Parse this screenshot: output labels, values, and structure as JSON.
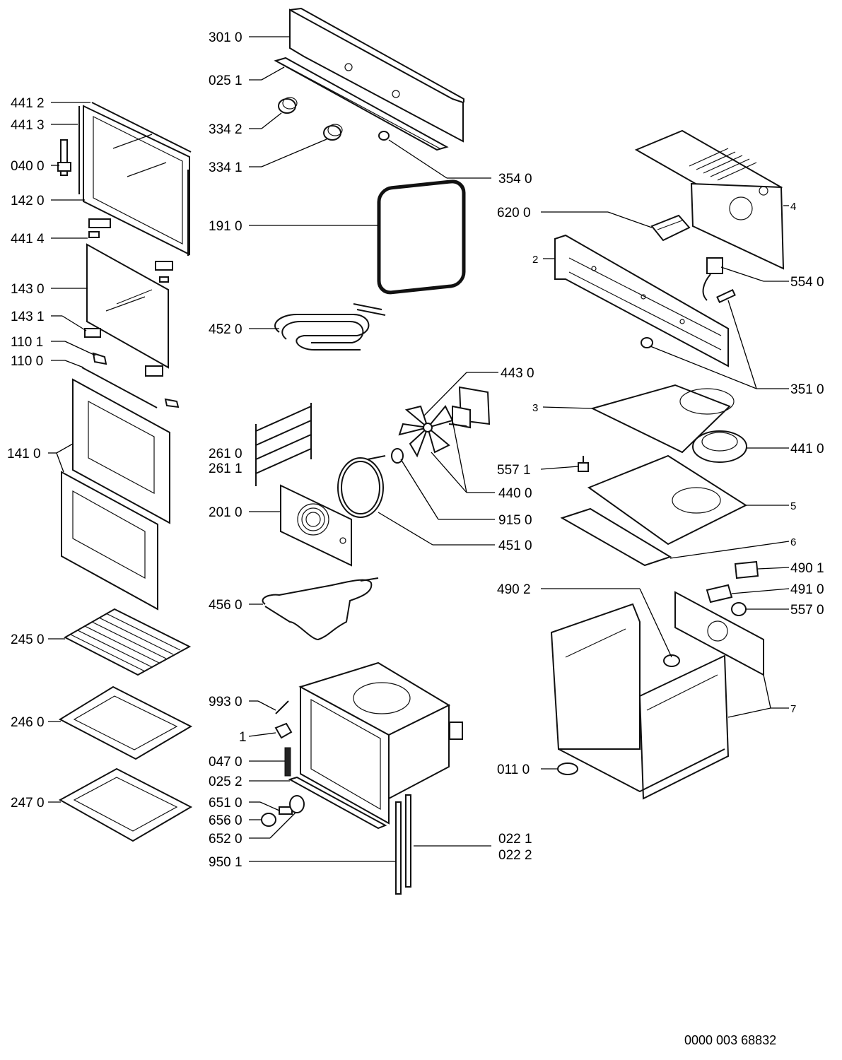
{
  "labels": {
    "l3010": "301 0",
    "l0251": "025 1",
    "l3342": "334 2",
    "l3341": "334 1",
    "l3540": "354 0",
    "l4412": "441 2",
    "l4413": "441 3",
    "l0400": "040 0",
    "l1420": "142 0",
    "l1910": "191 0",
    "l4414": "441 4",
    "l1430": "143 0",
    "l1431": "143 1",
    "l1101": "110 1",
    "l1100": "110 0",
    "l4520": "452 0",
    "l4430": "443 0",
    "l1410": "141 0",
    "l2610": "261 0",
    "l2611": "261 1",
    "l2010": "201 0",
    "l4400": "440 0",
    "l9150": "915 0",
    "l4510": "451 0",
    "l4560": "456 0",
    "l2450": "245 0",
    "l2460": "246 0",
    "l2470": "247 0",
    "l9930": "993 0",
    "l1": "1",
    "l0470": "047 0",
    "l0252": "025 2",
    "l6510": "651 0",
    "l6560": "656 0",
    "l6520": "652 0",
    "l9501": "950 1",
    "l0221": "022 1",
    "l0222": "022 2",
    "l6200": "620 0",
    "l4": "4",
    "l2": "2",
    "l5540": "554 0",
    "l3510": "351 0",
    "l3": "3",
    "l4410": "441 0",
    "l5571": "557 1",
    "l5": "5",
    "l6": "6",
    "l4901": "490 1",
    "l4902": "490 2",
    "l4910": "491 0",
    "l5570": "557 0",
    "l7": "7",
    "l0110": "011 0"
  },
  "document_id": "0000 003 68832"
}
